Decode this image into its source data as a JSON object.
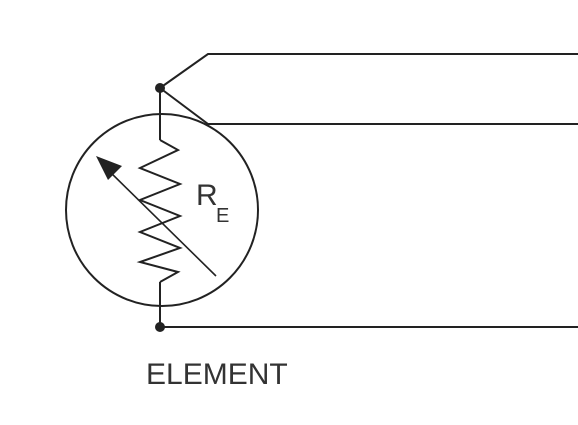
{
  "diagram": {
    "resistor_symbol": "R",
    "resistor_subscript": "E",
    "element_label": "ELEMENT"
  },
  "icons": {
    "sensor": "rtd-element-icon",
    "arrow": "variable-arrow-icon"
  },
  "colors": {
    "line": "#222222",
    "text": "#333333",
    "background": "#ffffff"
  }
}
